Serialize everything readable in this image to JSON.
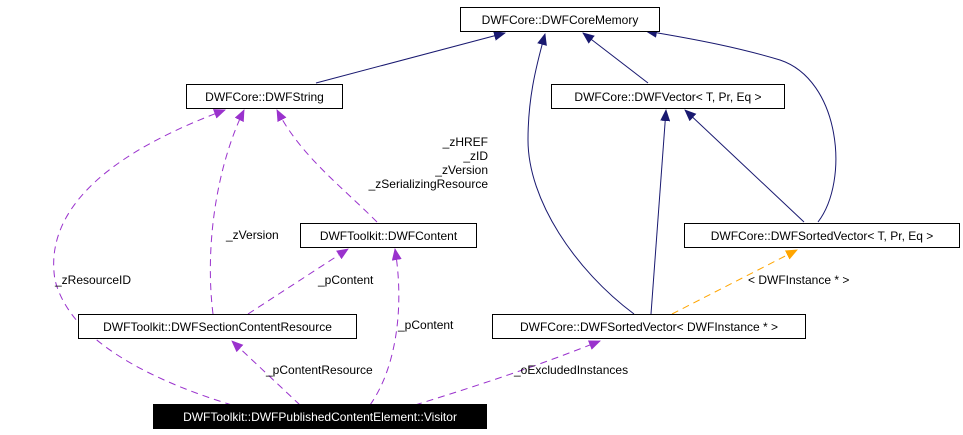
{
  "nodes": {
    "memory": "DWFCore::DWFCoreMemory",
    "string": "DWFCore::DWFString",
    "vector": "DWFCore::DWFVector< T, Pr, Eq >",
    "content": "DWFToolkit::DWFContent",
    "sorted_vector": "DWFCore::DWFSortedVector< T, Pr, Eq >",
    "section_resource": "DWFToolkit::DWFSectionContentResource",
    "sorted_instance": "DWFCore::DWFSortedVector< DWFInstance * >",
    "visitor": "DWFToolkit::DWFPublishedContentElement::Visitor"
  },
  "labels": {
    "content_string_lines": [
      "_zHREF",
      "_zID",
      "_zVersion",
      "_zSerializingResource"
    ],
    "z_version": "_zVersion",
    "z_resource_id": "_zResourceID",
    "p_content_section": "_pContent",
    "p_content_visitor": "_pContent",
    "p_content_resource": "_pContentResource",
    "o_excluded_instances": "_oExcludedInstances",
    "template_arg": "< DWFInstance * >"
  },
  "colors": {
    "inheritance": "#191970",
    "usage": "#9a32cd",
    "template": "#ffa500"
  }
}
